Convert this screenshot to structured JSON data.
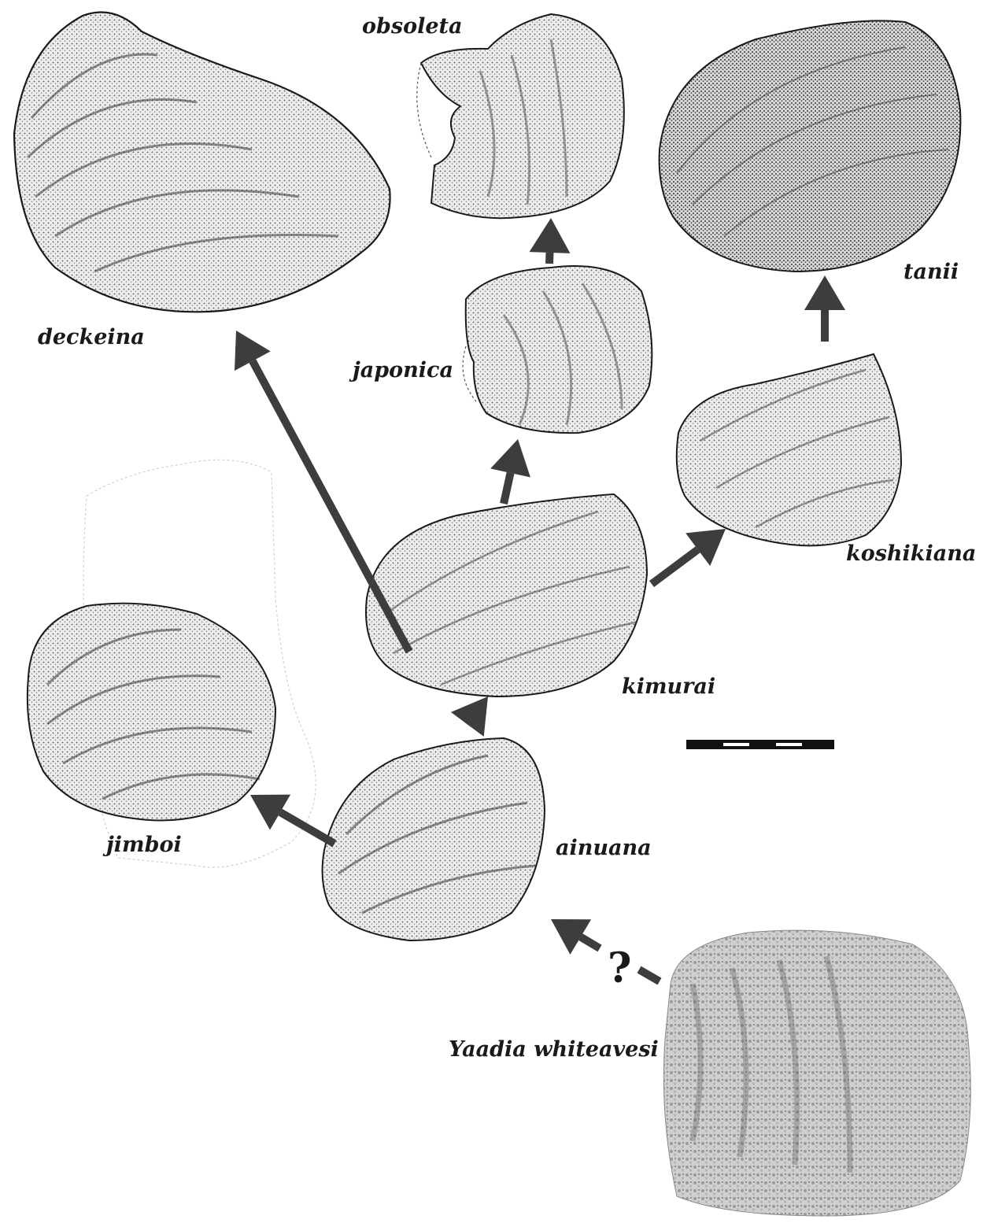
{
  "taxa": [
    {
      "id": "deckeina",
      "label": "deckeina"
    },
    {
      "id": "obsoleta",
      "label": "obsoleta"
    },
    {
      "id": "tanii",
      "label": "tanii"
    },
    {
      "id": "japonica",
      "label": "japonica"
    },
    {
      "id": "koshikiana",
      "label": "koshikiana"
    },
    {
      "id": "kimurai",
      "label": "kimurai"
    },
    {
      "id": "jimboi",
      "label": "jimboi"
    },
    {
      "id": "ainuana",
      "label": "ainuana"
    },
    {
      "id": "yaadia",
      "label": "Yaadia whiteavesi"
    }
  ],
  "uncertain_mark": "?",
  "links": [
    {
      "from": "ainuana",
      "to": "deckeina",
      "style": "solid"
    },
    {
      "from": "ainuana",
      "to": "kimurai",
      "style": "solid"
    },
    {
      "from": "ainuana",
      "to": "jimboi",
      "style": "solid"
    },
    {
      "from": "kimurai",
      "to": "japonica",
      "style": "solid"
    },
    {
      "from": "japonica",
      "to": "obsoleta",
      "style": "solid"
    },
    {
      "from": "kimurai",
      "to": "koshikiana",
      "style": "solid"
    },
    {
      "from": "koshikiana",
      "to": "tanii",
      "style": "solid"
    },
    {
      "from": "yaadia",
      "to": "ainuana",
      "style": "dashed-uncertain"
    }
  ],
  "colors": {
    "arrow": "#3d3d3d",
    "shell_fill": "#e9e9e9",
    "shell_stroke": "#1a1a1a",
    "ink": "#1a1a1a"
  }
}
